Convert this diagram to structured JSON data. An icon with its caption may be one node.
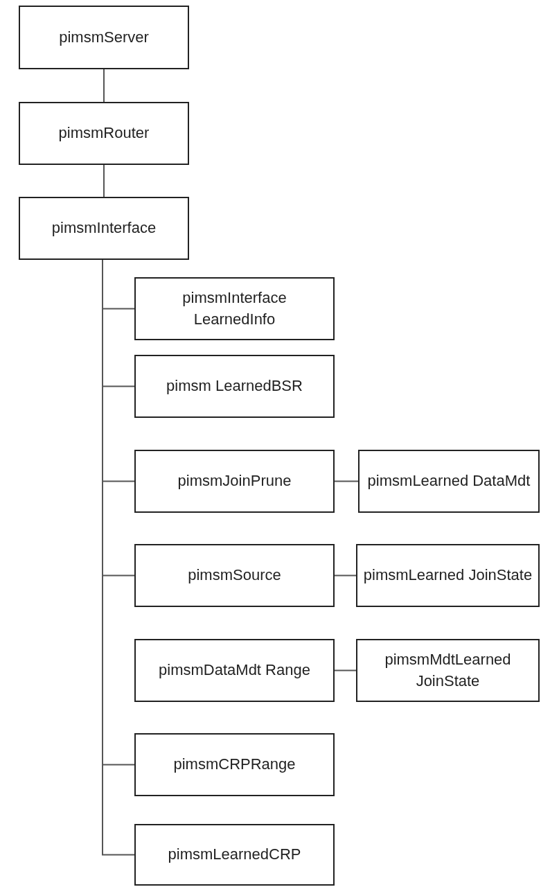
{
  "diagram": {
    "nodes": [
      {
        "text": [
          "pimsmServer"
        ]
      },
      {
        "text": [
          "pimsmRouter"
        ]
      },
      {
        "text": [
          "pimsmInterface"
        ]
      },
      {
        "text": [
          "pimsmInterface LearnedInfo"
        ]
      },
      {
        "text": [
          "pimsm LearnedBSR"
        ]
      },
      {
        "text": [
          "pimsmJoinPrune"
        ]
      },
      {
        "text": [
          "pimsmLearned DataMdt"
        ]
      },
      {
        "text": [
          "pimsmSource"
        ]
      },
      {
        "text": [
          "pimsmLearned JoinState"
        ]
      },
      {
        "text": [
          "pimsmDataMdt Range"
        ]
      },
      {
        "text": [
          "pimsmMdtLearned JoinState"
        ]
      },
      {
        "text": [
          "pimsmCRPRange"
        ]
      },
      {
        "text": [
          "pimsmLearnedCRP"
        ]
      }
    ],
    "edges": [
      {
        "from": 0,
        "to": 1,
        "arrow": "none"
      },
      {
        "from": 1,
        "to": 2,
        "arrow": "none"
      },
      {
        "from": 2,
        "to": 3,
        "arrow": "none"
      },
      {
        "from": 2,
        "to": 4,
        "arrow": "none"
      },
      {
        "from": 2,
        "to": 5,
        "arrow": "none"
      },
      {
        "from": 2,
        "to": 7,
        "arrow": "none"
      },
      {
        "from": 2,
        "to": 11,
        "arrow": "none"
      },
      {
        "from": 2,
        "to": 12,
        "arrow": "none"
      },
      {
        "from": 5,
        "to": 6,
        "arrow": "none"
      },
      {
        "from": 7,
        "to": 8,
        "arrow": "none"
      },
      {
        "from": 9,
        "to": 10,
        "arrow": "none"
      }
    ]
  }
}
